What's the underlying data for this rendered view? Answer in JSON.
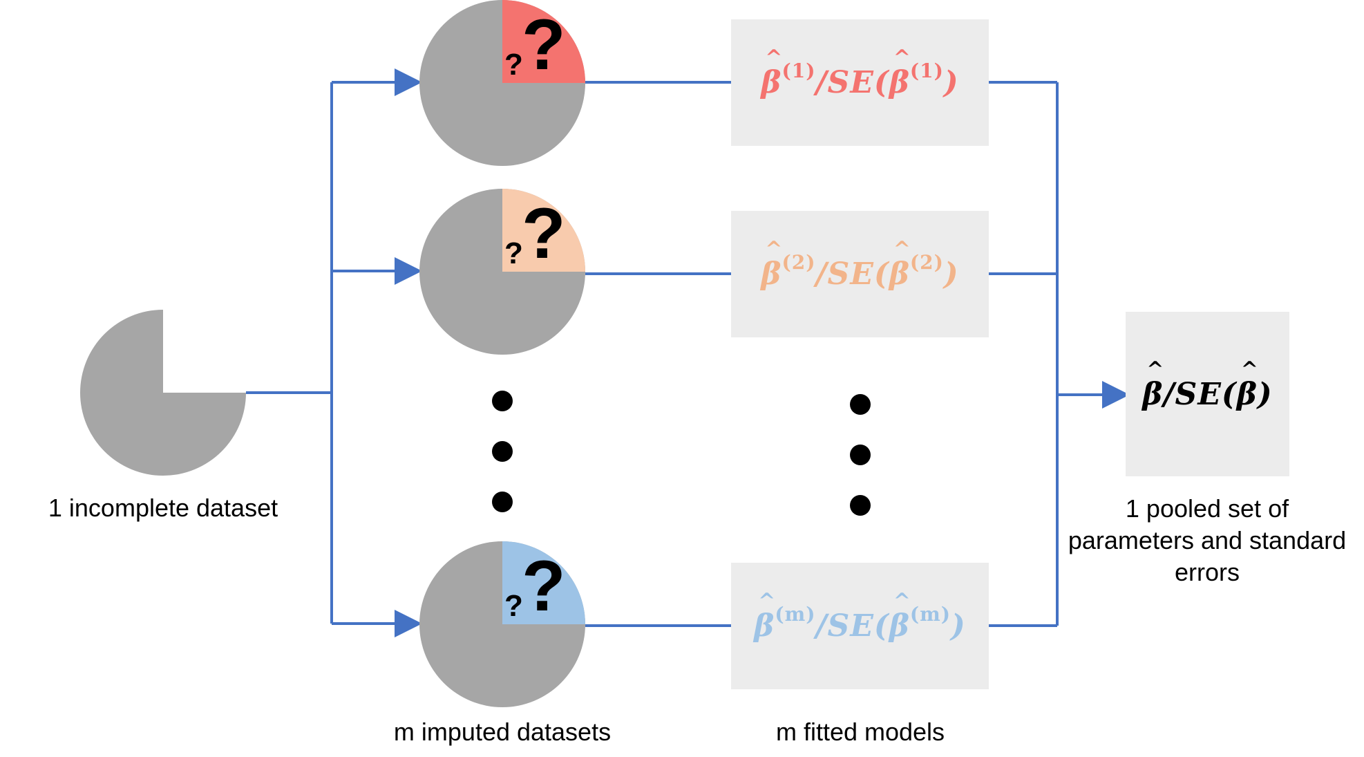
{
  "labels": {
    "incomplete": "1 incomplete dataset",
    "imputed": "m imputed datasets",
    "fitted": "m fitted models",
    "pooled_line1": "1 pooled set of",
    "pooled_line2": "parameters and standard",
    "pooled_line3": "errors"
  },
  "models": [
    {
      "id": "1",
      "beta": "β",
      "sup": "(1)",
      "mid": "/SE(",
      "beta2": "β",
      "sup2": "(1)",
      "close": ")",
      "color": "#f4736f"
    },
    {
      "id": "2",
      "beta": "β",
      "sup": "(2)",
      "mid": "/SE(",
      "beta2": "β",
      "sup2": "(2)",
      "close": ")",
      "color": "#f2b48a"
    },
    {
      "id": "m",
      "beta": "β",
      "sup": "(m)",
      "mid": "/SE(",
      "beta2": "β",
      "sup2": "(m)",
      "close": ")",
      "color": "#9dc3e6"
    }
  ],
  "pooled": {
    "beta": "β",
    "mid": "/SE(",
    "beta2": "β",
    "close": ")",
    "color": "#000000"
  },
  "question_marks": {
    "big": "?",
    "small": "?"
  },
  "colors": {
    "arrow": "#4472c4",
    "dataset_gray": "#a6a6a6",
    "box_gray": "#ececec",
    "imputed_fill_1": "#f4736f",
    "imputed_fill_2": "#f8cbad",
    "imputed_fill_m": "#9dc3e6",
    "dot": "#000000"
  }
}
